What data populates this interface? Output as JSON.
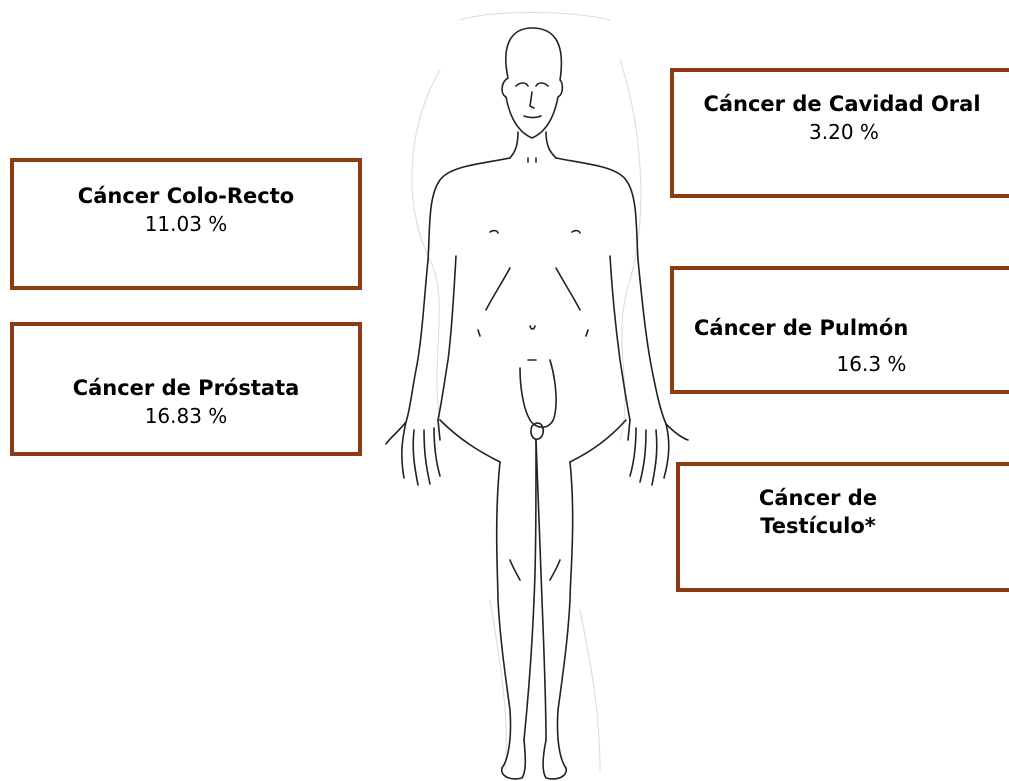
{
  "cards": {
    "colorectal": {
      "title": "Cáncer Colo-Recto",
      "value": "11.03 %"
    },
    "prostate": {
      "title": "Cáncer de Próstata",
      "value": "16.83 %"
    },
    "oral": {
      "title": "Cáncer de Cavidad Oral",
      "value": "3.20 %"
    },
    "lung": {
      "title": "Cáncer de Pulmón",
      "value": "16.3 %"
    },
    "testicle": {
      "title": "Cáncer de Testículo*"
    }
  },
  "colors": {
    "border": "#8b3a12",
    "line": "#222222"
  },
  "figure": {
    "icon": "male-body-outline-icon"
  }
}
